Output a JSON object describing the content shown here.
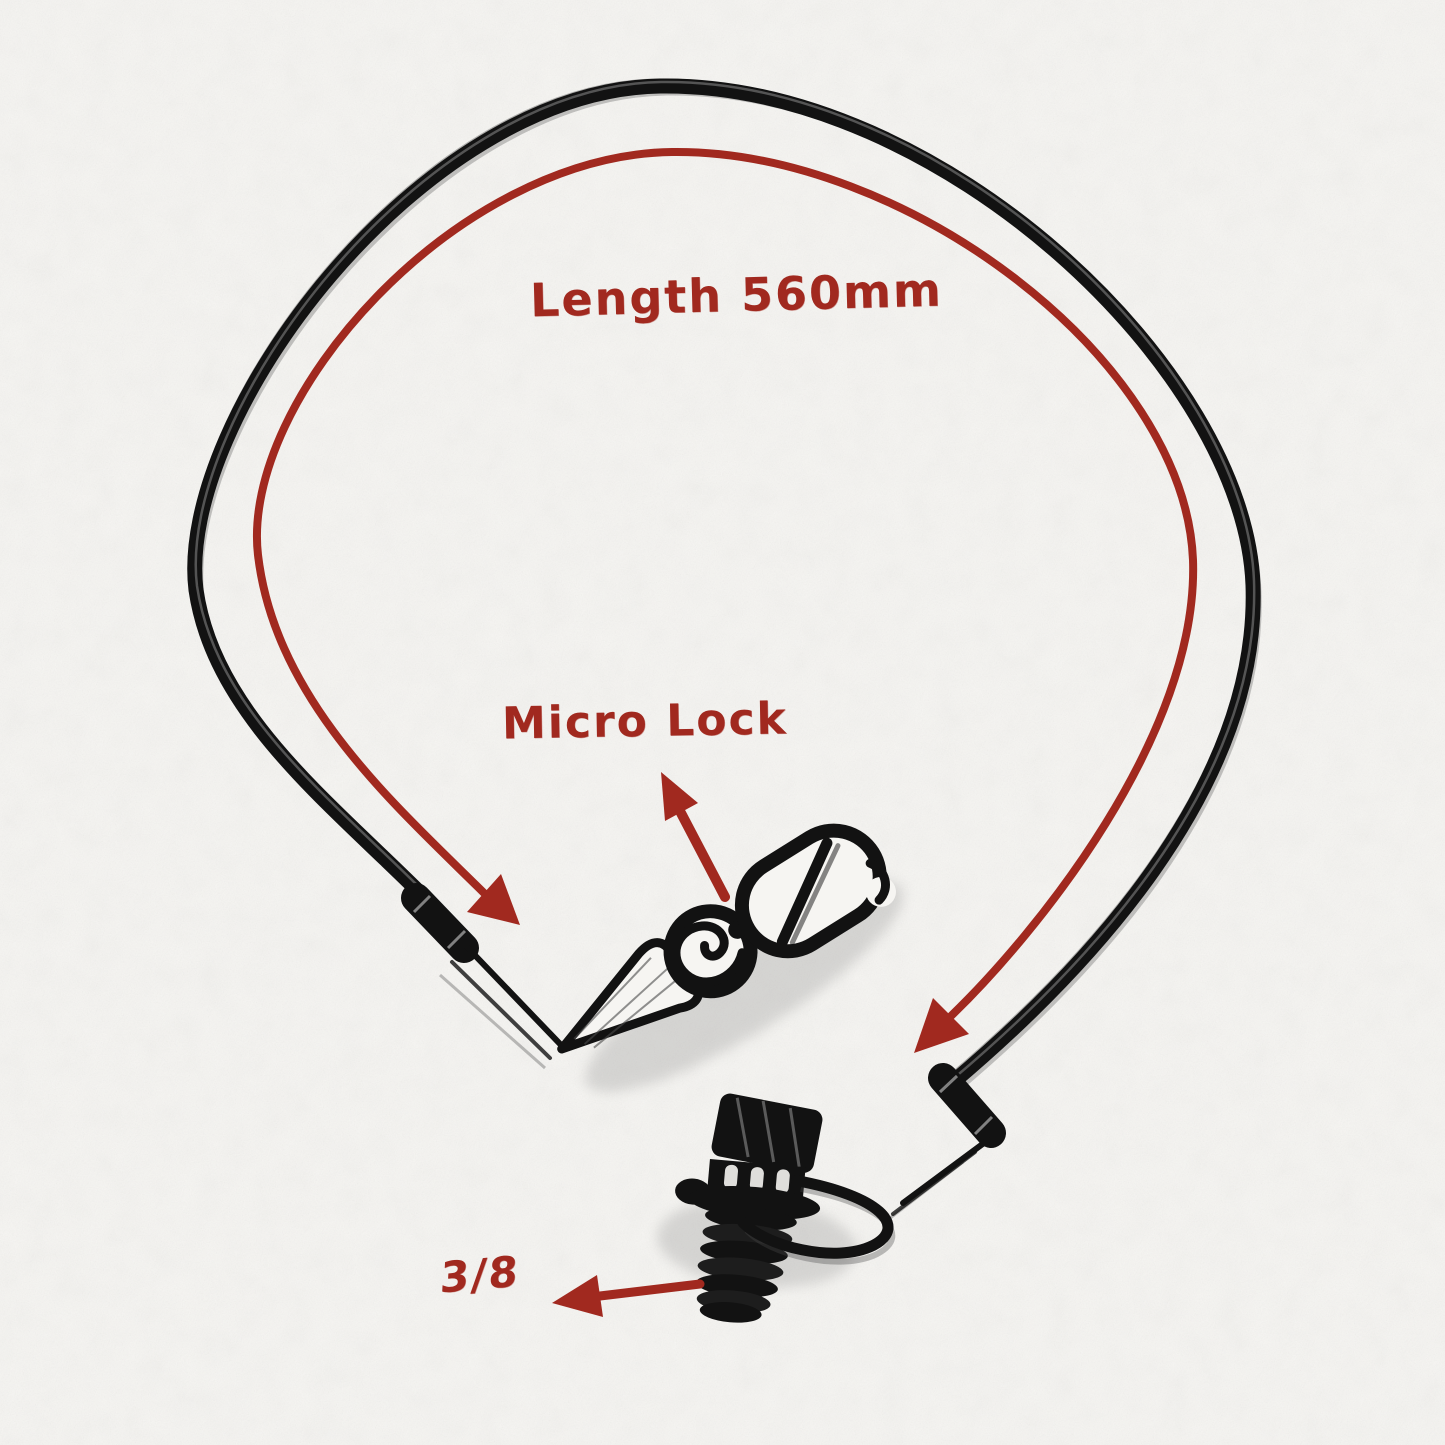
{
  "diagram": {
    "background_color": "#f6f5f2",
    "ink_color": "#121212",
    "annotation_color": "#a1291f",
    "labels": {
      "length": "Length 560mm",
      "micro_lock": "Micro Lock",
      "thread_size": "3/8"
    }
  }
}
